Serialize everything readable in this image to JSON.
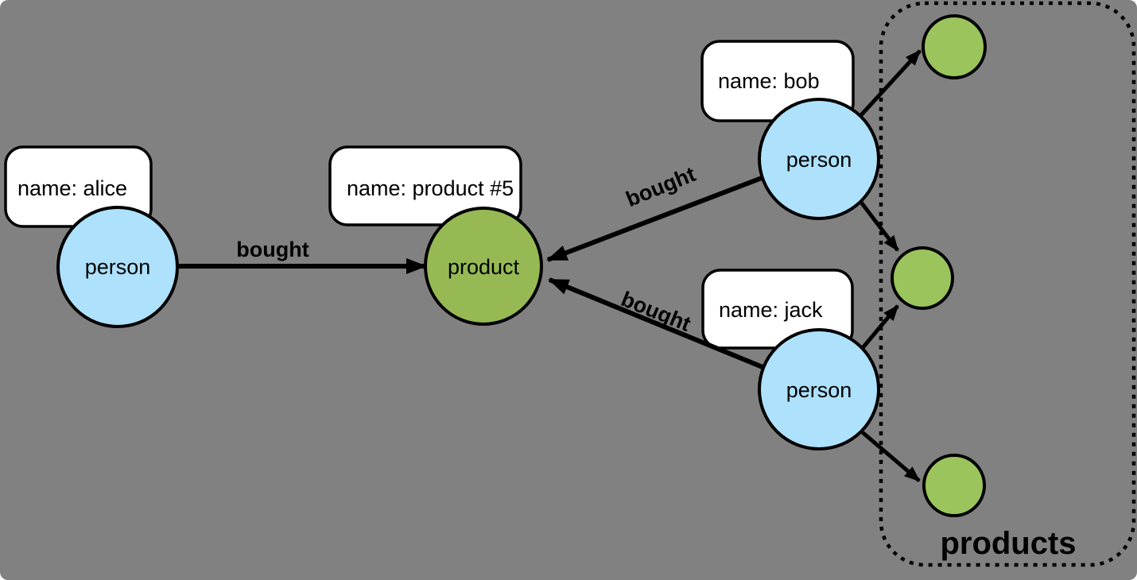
{
  "colors": {
    "background": "#818181",
    "person_fill": "#ADE1FC",
    "product_fill": "#96B954",
    "small_product_fill": "#9BC45C",
    "box_fill": "#FFFFFF",
    "stroke": "#000000"
  },
  "nodes": {
    "alice": {
      "label": "person",
      "property": "name: alice"
    },
    "bob": {
      "label": "person",
      "property": "name: bob"
    },
    "jack": {
      "label": "person",
      "property": "name: jack"
    },
    "product": {
      "label": "product",
      "property": "name: product #5"
    }
  },
  "edges": {
    "alice_to_product": {
      "label": "bought"
    },
    "bob_to_product": {
      "label": "bought"
    },
    "jack_to_product": {
      "label": "bought"
    }
  },
  "group": {
    "label": "products"
  }
}
